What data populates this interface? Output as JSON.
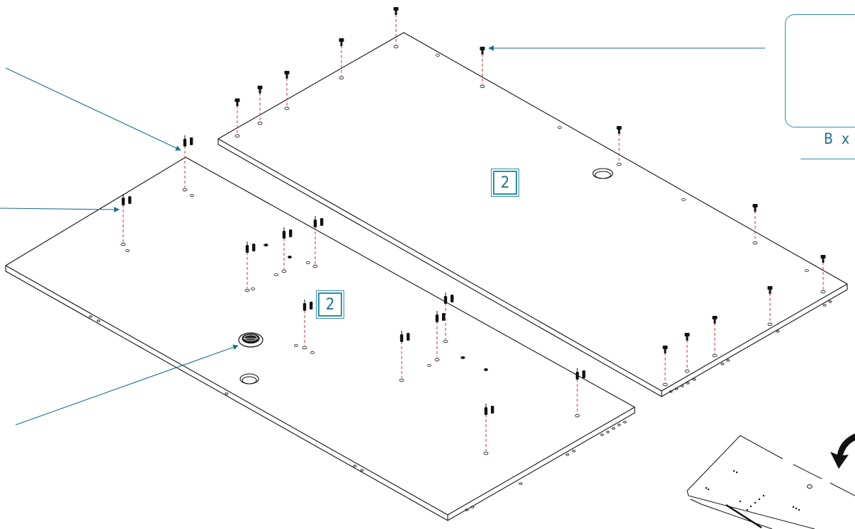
{
  "diagram": {
    "panel_top": {
      "part_number": "2"
    },
    "panel_bottom": {
      "part_number": "2"
    },
    "callout": {
      "caption": "B x",
      "icons": [
        "hand-icon",
        "down-arrow-icon",
        "cam-lock-icon"
      ]
    },
    "pointer_arrows": {
      "color": "#1a6f8c"
    },
    "guide_line_color": "#e23b3b",
    "fitting_color": "#111111"
  }
}
